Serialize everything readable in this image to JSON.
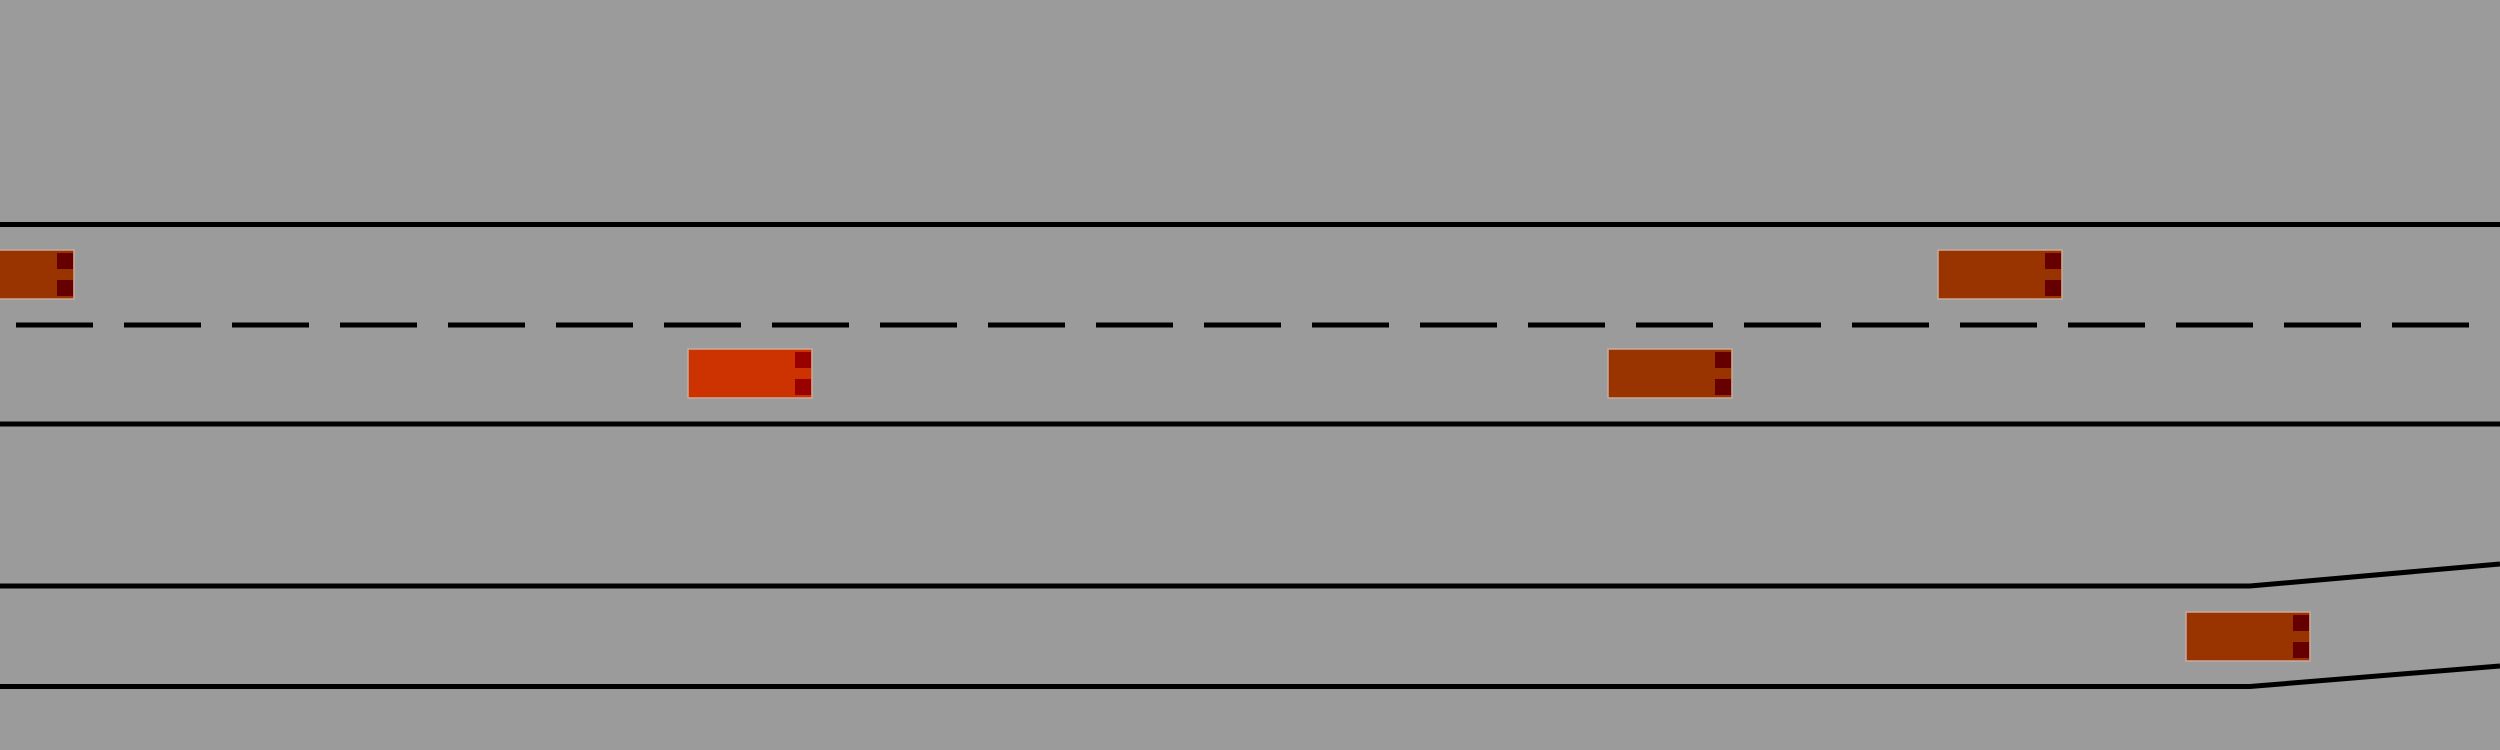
{
  "scene": {
    "background_color": "#9b9b9b",
    "line_color": "#000000",
    "roads": [
      {
        "name": "main-road",
        "lanes": 2,
        "lane_divider": "dashed"
      },
      {
        "name": "side-road",
        "lanes": 1,
        "shape": "widening-on-right"
      }
    ],
    "vehicles": [
      {
        "name": "vehicle-top-left",
        "road": "main-road",
        "lane": 1,
        "type": "other",
        "heading": "right",
        "body_color": "#993300",
        "light_color": "#660000"
      },
      {
        "name": "vehicle-top-right",
        "road": "main-road",
        "lane": 1,
        "type": "other",
        "heading": "right",
        "body_color": "#993300",
        "light_color": "#660000"
      },
      {
        "name": "vehicle-ego",
        "road": "main-road",
        "lane": 2,
        "type": "ego",
        "heading": "right",
        "body_color": "#cc3300",
        "light_color": "#990000"
      },
      {
        "name": "vehicle-middle",
        "road": "main-road",
        "lane": 2,
        "type": "other",
        "heading": "right",
        "body_color": "#993300",
        "light_color": "#660000"
      },
      {
        "name": "vehicle-side-road",
        "road": "side-road",
        "lane": 1,
        "type": "other",
        "heading": "right",
        "body_color": "#993300",
        "light_color": "#660000"
      }
    ]
  }
}
